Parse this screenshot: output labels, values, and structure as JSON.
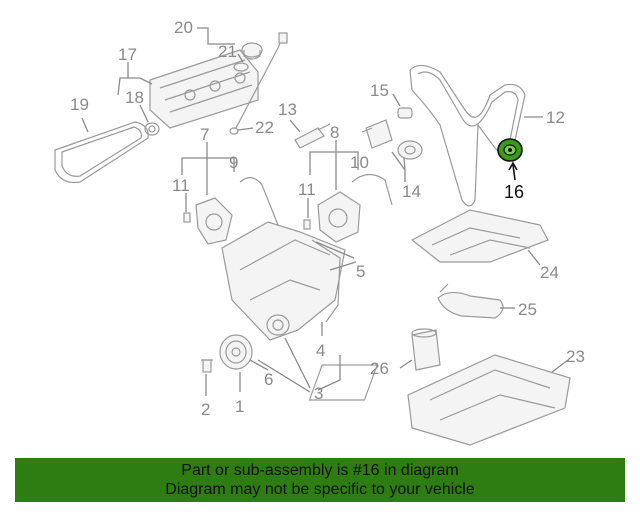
{
  "callouts": {
    "c1": "1",
    "c2": "2",
    "c3": "3",
    "c4": "4",
    "c5": "5",
    "c6": "6",
    "c7": "7",
    "c8": "8",
    "c9": "9",
    "c10": "10",
    "c11a": "11",
    "c11b": "11",
    "c12": "12",
    "c13": "13",
    "c14": "14",
    "c15": "15",
    "c16": "16",
    "c17": "17",
    "c18": "18",
    "c19": "19",
    "c20": "20",
    "c21": "21",
    "c22": "22",
    "c23": "23",
    "c24": "24",
    "c25": "25",
    "c26": "26"
  },
  "highlight": {
    "part_number": "16",
    "color": "#2e7d12"
  },
  "banner": {
    "line1": "Part or sub-assembly is #16 in diagram",
    "line2": "Diagram may not be specific to your vehicle",
    "color": "#2e7d12"
  }
}
